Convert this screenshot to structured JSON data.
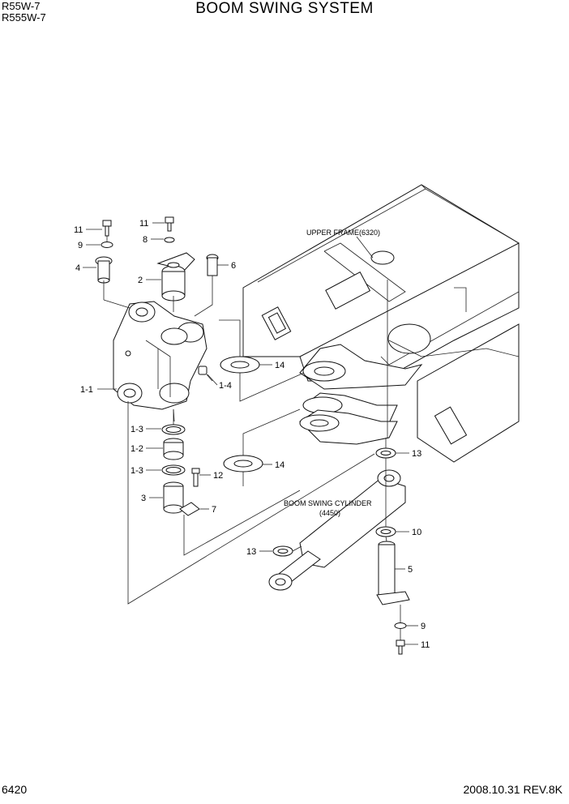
{
  "header": {
    "model_1": "R55W-7",
    "model_2": "R555W-7",
    "title": "BOOM SWING SYSTEM"
  },
  "footer": {
    "page": "6420",
    "date_rev": "2008.10.31  REV.8K"
  },
  "captions": {
    "upper_frame": "UPPER FRAME(6320)",
    "cylinder_1": "BOOM SWING CYLINDER",
    "cylinder_2": "(4450)"
  },
  "callouts": {
    "c11a": "11",
    "c9a": "9",
    "c4": "4",
    "c2": "2",
    "c11b": "11",
    "c8": "8",
    "c6": "6",
    "c1_1": "1-1",
    "c1_4": "1-4",
    "c14a": "14",
    "c1_3a": "1-3",
    "c1_2": "1-2",
    "c1_3b": "1-3",
    "c14b": "14",
    "c12": "12",
    "c3": "3",
    "c7": "7",
    "c13a": "13",
    "c13b": "13",
    "c10": "10",
    "c5": "5",
    "c9b": "9",
    "c11c": "11"
  }
}
